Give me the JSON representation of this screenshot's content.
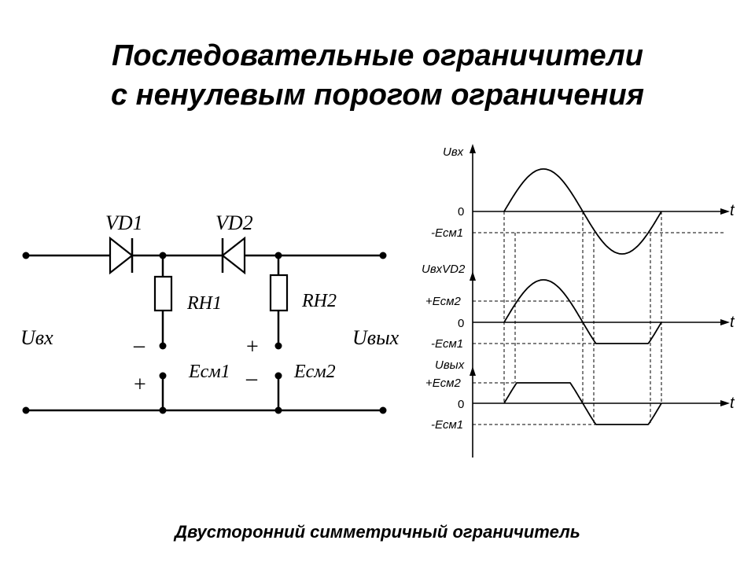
{
  "title": {
    "line1": "Последовательные ограничители",
    "line2": "с ненулевым порогом ограничения"
  },
  "caption": "Двусторонний симметричный ограничитель",
  "circuit": {
    "vd1": "VD1",
    "vd2": "VD2",
    "rh1": "RН1",
    "rh2": "RН2",
    "esm1": "Eсм1",
    "esm2": "Eсм2",
    "uvx": "Uвх",
    "uvyx": "Uвых",
    "minus": "–",
    "plus": "+"
  },
  "graphs": {
    "g1": {
      "axis_label": "Uвх",
      "zero": "0",
      "t": "t",
      "neg_level": "-Eсм1"
    },
    "g2": {
      "axis_label": "UвхVD2",
      "pos_level": "+Eсм2",
      "zero": "0",
      "t": "t",
      "neg_level": "-Eсм1"
    },
    "g3": {
      "axis_label": "Uвых",
      "pos_level": "+Eсм2",
      "zero": "0",
      "t": "t",
      "neg_level": "-Eсм1"
    }
  }
}
